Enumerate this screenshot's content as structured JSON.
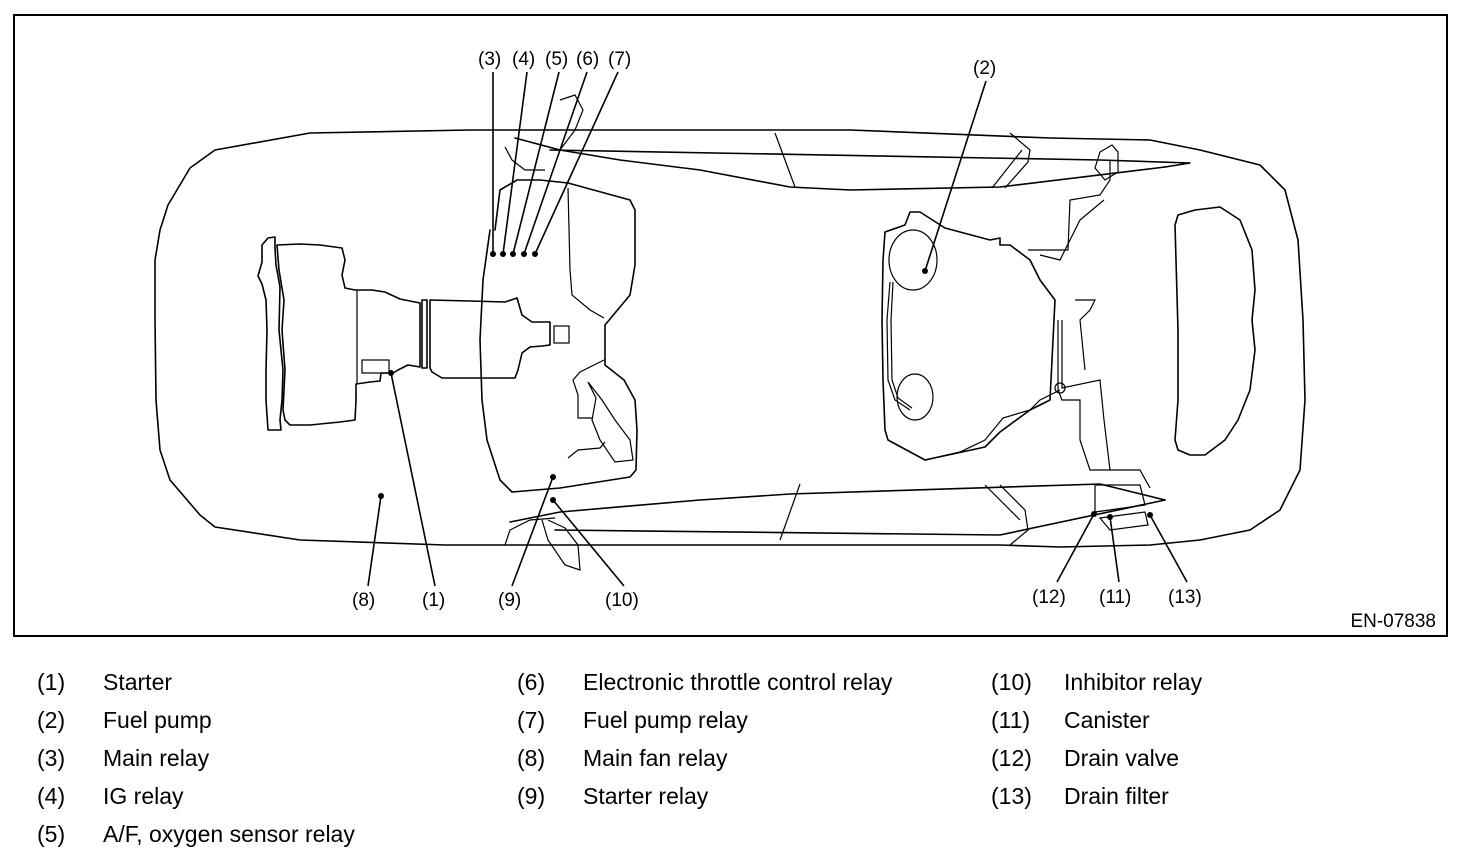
{
  "figure": {
    "id_label": "EN-07838",
    "description": "Vehicle top-view component location diagram",
    "callouts": {
      "c1": "(1)",
      "c2": "(2)",
      "c3": "(3)",
      "c4": "(4)",
      "c5": "(5)",
      "c6": "(6)",
      "c7": "(7)",
      "c8": "(8)",
      "c9": "(9)",
      "c10": "(10)",
      "c11": "(11)",
      "c12": "(12)",
      "c13": "(13)"
    }
  },
  "legend": {
    "col1": [
      {
        "num": "(1)",
        "label": "Starter"
      },
      {
        "num": "(2)",
        "label": "Fuel pump"
      },
      {
        "num": "(3)",
        "label": "Main relay"
      },
      {
        "num": "(4)",
        "label": "IG relay"
      },
      {
        "num": "(5)",
        "label": "A/F, oxygen sensor relay"
      }
    ],
    "col2": [
      {
        "num": "(6)",
        "label": "Electronic throttle control relay"
      },
      {
        "num": "(7)",
        "label": "Fuel pump relay"
      },
      {
        "num": "(8)",
        "label": "Main fan relay"
      },
      {
        "num": "(9)",
        "label": "Starter relay"
      }
    ],
    "col3": [
      {
        "num": "(10)",
        "label": "Inhibitor relay"
      },
      {
        "num": "(11)",
        "label": "Canister"
      },
      {
        "num": "(12)",
        "label": "Drain valve"
      },
      {
        "num": "(13)",
        "label": "Drain filter"
      }
    ]
  }
}
